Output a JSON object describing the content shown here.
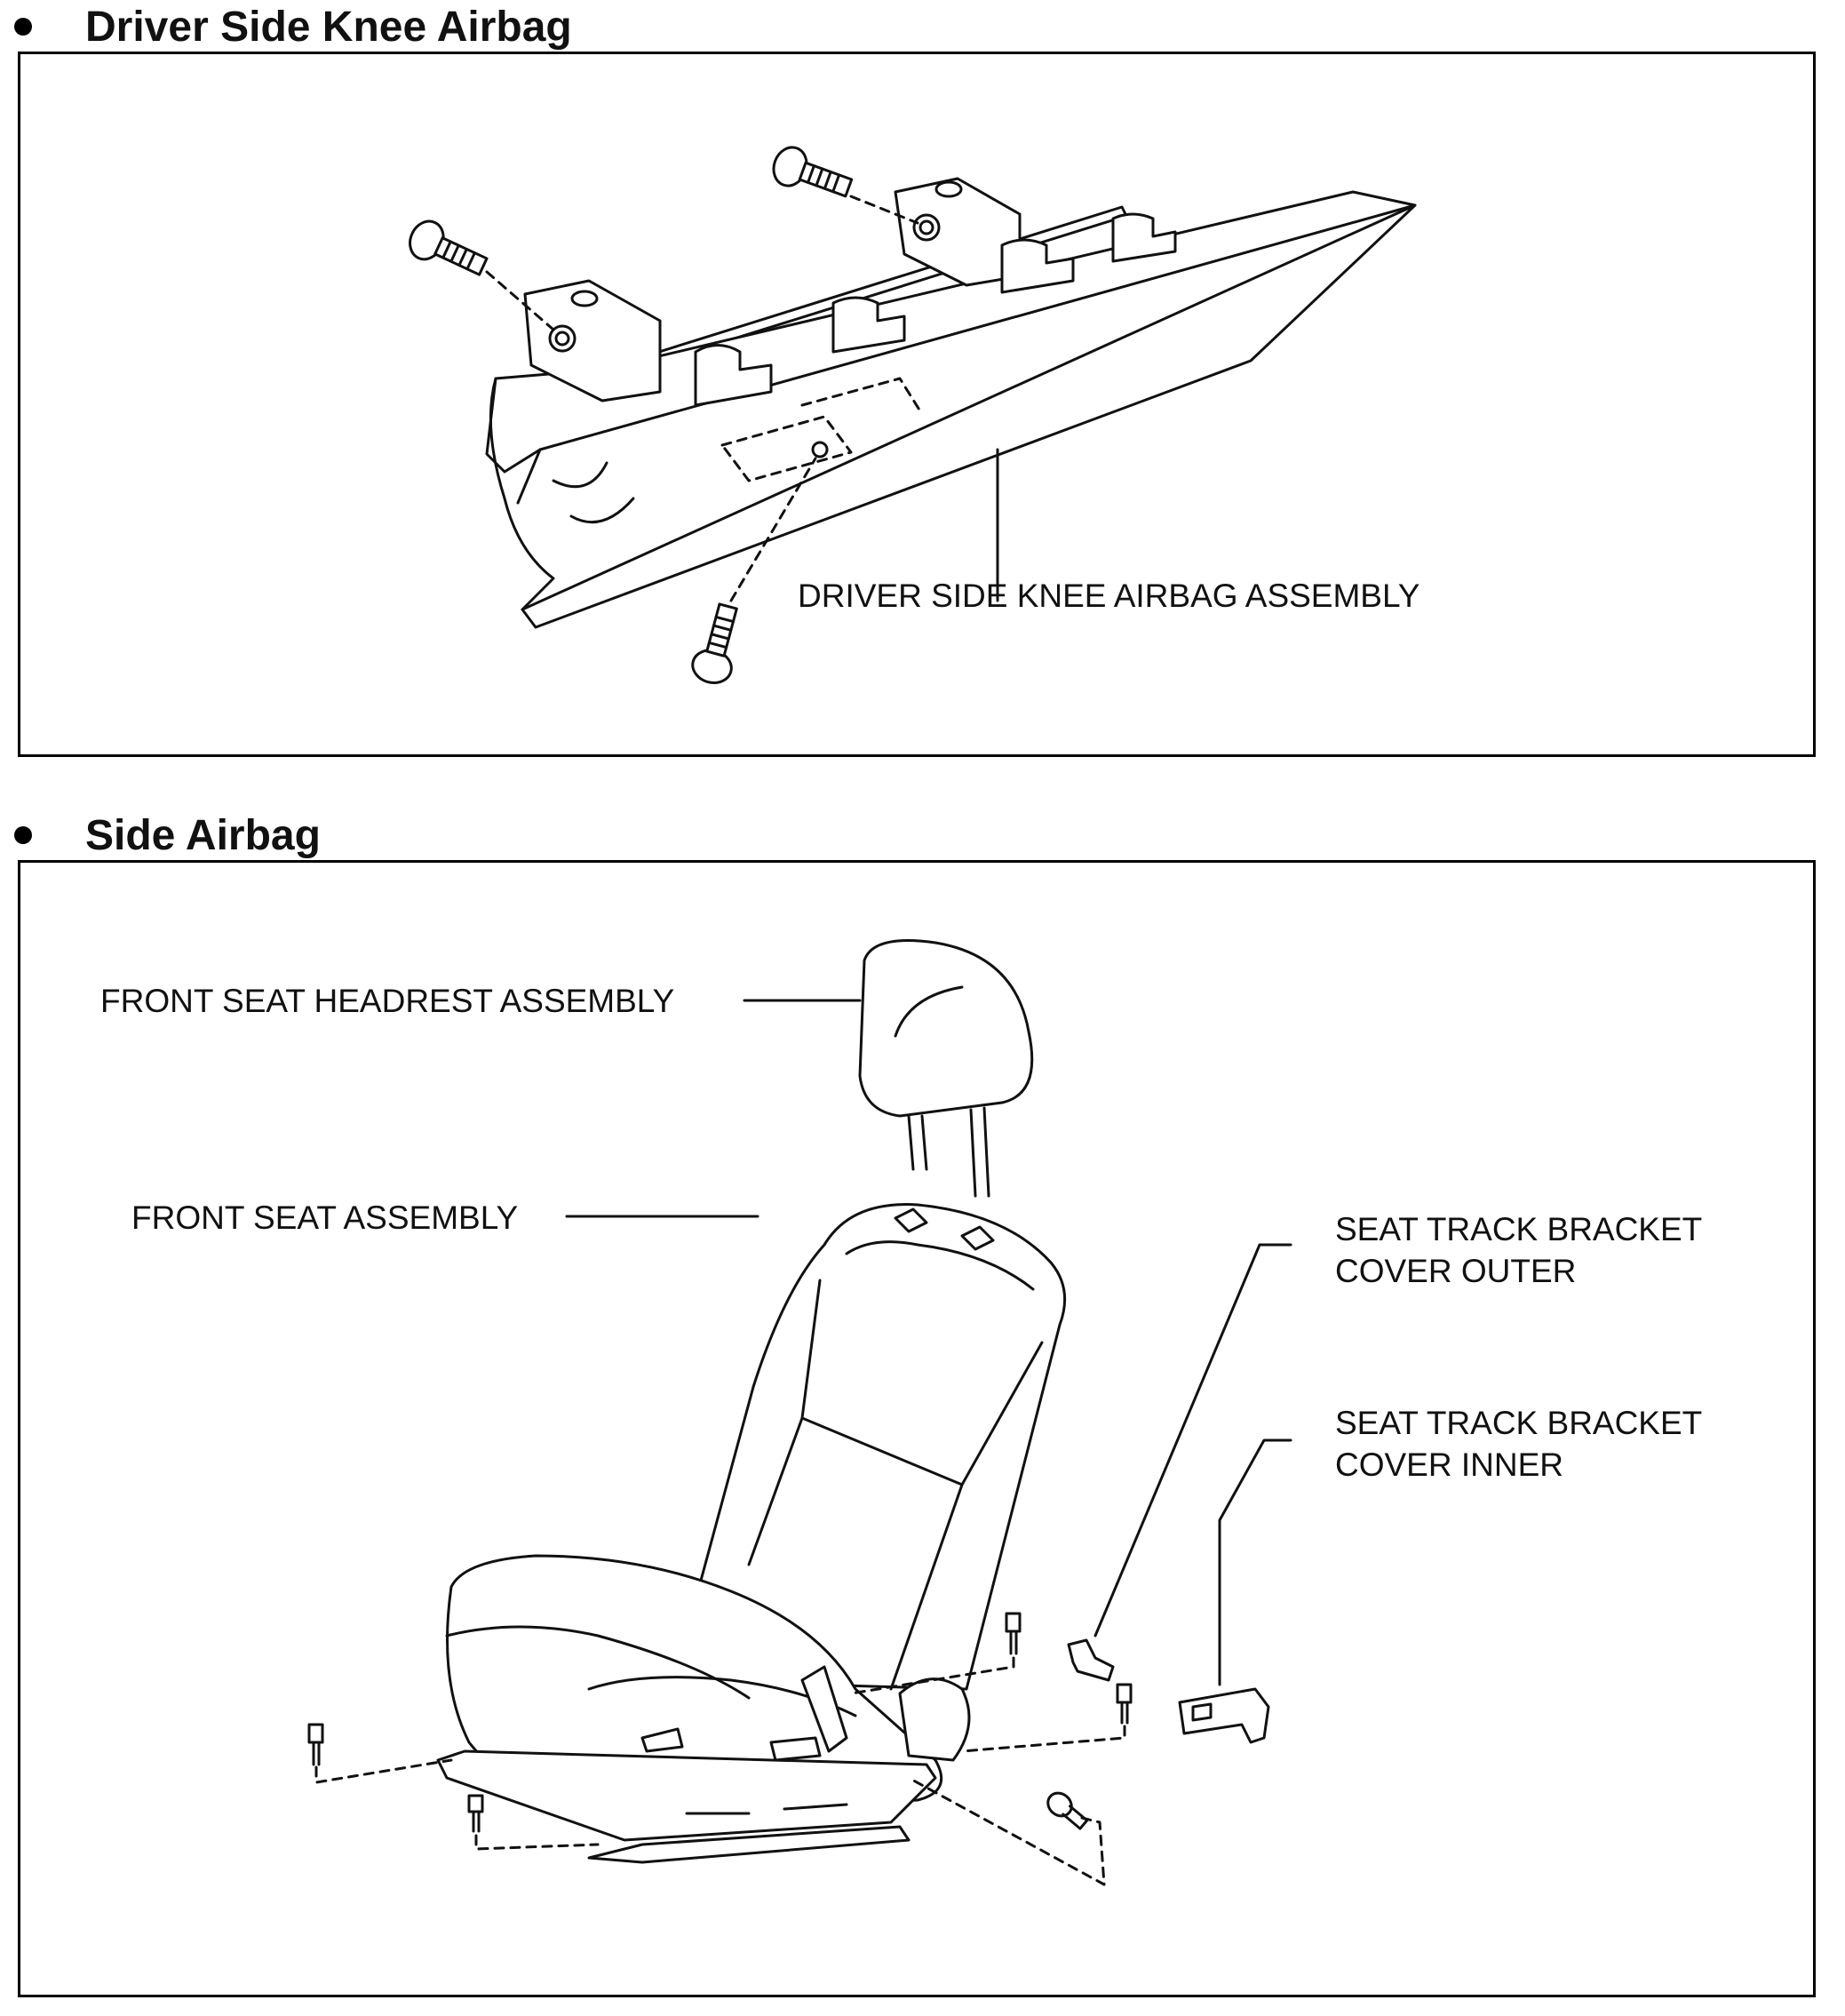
{
  "sections": [
    {
      "title": "Driver Side Knee Airbag",
      "labels": {
        "knee_airbag": "DRIVER SIDE KNEE AIRBAG ASSEMBLY"
      }
    },
    {
      "title": "Side Airbag",
      "labels": {
        "headrest": "FRONT SEAT HEADREST ASSEMBLY",
        "seat": "FRONT SEAT ASSEMBLY",
        "outer_line1": "SEAT TRACK BRACKET",
        "outer_line2": "COVER OUTER",
        "inner_line1": "SEAT TRACK BRACKET",
        "inner_line2": "COVER INNER"
      }
    }
  ]
}
